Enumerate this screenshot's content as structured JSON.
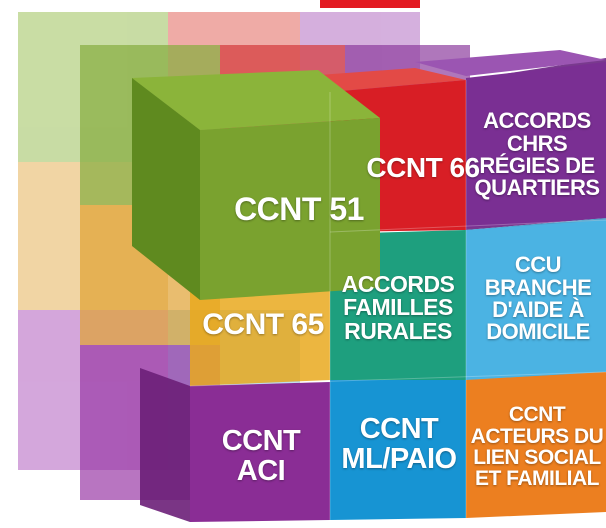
{
  "cubes": {
    "ccnt51": {
      "label": "CCNT 51",
      "color": "#7aa22f"
    },
    "ccnt66": {
      "label": "CCNT 66",
      "color": "#d81e25"
    },
    "accords_chrs": {
      "lines": [
        "ACCORDS",
        "CHRS",
        "RÉGIES DE",
        "QUARTIERS"
      ],
      "color": "#7a2f93"
    },
    "ccnt65": {
      "label": "CCNT 65",
      "color": "#e9a91f"
    },
    "accords_familles": {
      "lines": [
        "ACCORDS",
        "FAMILLES",
        "RURALES"
      ],
      "color": "#1e9f7e"
    },
    "ccu": {
      "lines": [
        "CCU",
        "BRANCHE",
        "D'AIDE À",
        "DOMICILE"
      ],
      "color": "#4bb3e3"
    },
    "ccnt_aci": {
      "lines": [
        "CCNT",
        "ACI"
      ],
      "color": "#8a2d95"
    },
    "ccnt_ml": {
      "lines": [
        "CCNT",
        "ML/PAIO"
      ],
      "color": "#1794d3"
    },
    "ccnt_acteurs": {
      "lines": [
        "CCNT",
        "ACTEURS DU",
        "LIEN SOCIAL",
        "ET FAMILIAL"
      ],
      "color": "#ec7f20"
    }
  }
}
